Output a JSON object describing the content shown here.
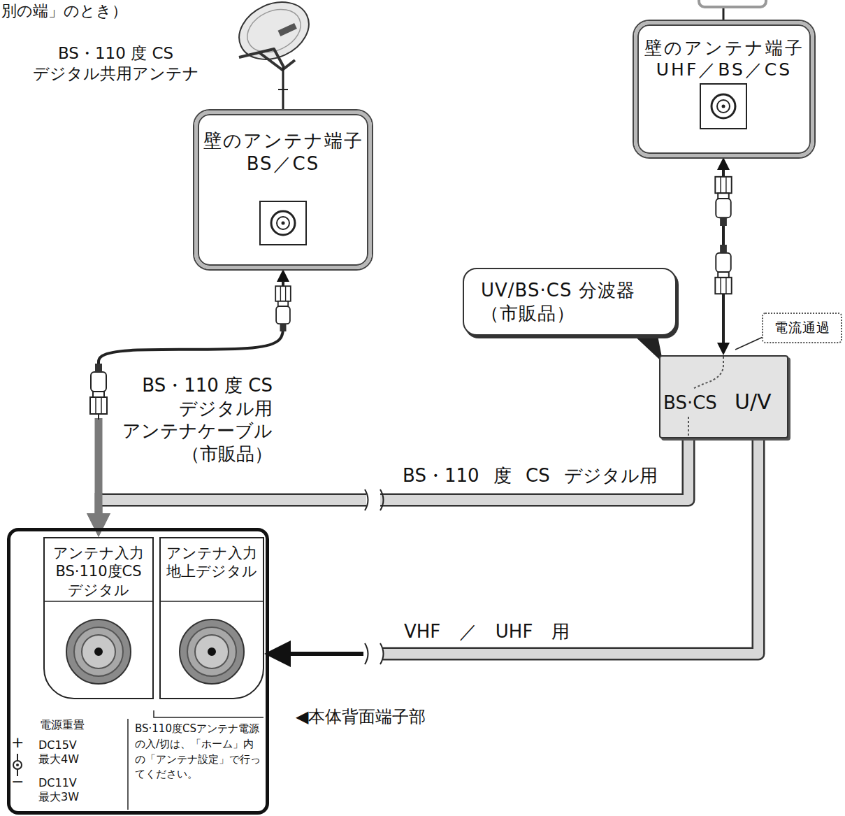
{
  "diagram": {
    "nodes": [
      {
        "text": [
          "壁のアンテナ端子 BS／CS"
        ]
      },
      {
        "text": [
          "壁のアンテナ端子 UHF／BS／CS"
        ]
      },
      {
        "text": [
          "UV/BS·CS 分波器 （市販品）"
        ]
      },
      {
        "text": [
          "電流通過"
        ]
      },
      {
        "text": [
          "BS·CS",
          "U/V"
        ]
      },
      {
        "text": [
          "電源重畳",
          "DC15V 最大4W",
          "DC11V 最大3W",
          "BS·110度CSアンテナ電源の入/切は、「ホーム」内の「アンテナ設定」で行ってください。",
          "◀本体背面端子部"
        ]
      },
      {
        "text": [
          "アンテナ入力 BS·110度CS デジタル"
        ],
        "in": 5
      },
      {
        "text": [
          "アンテナ入力 地上デジタル"
        ],
        "in": 5
      }
    ],
    "edges": [
      {
        "from": 0,
        "to": 6,
        "arrow": "both",
        "label": "BS・110 度 CS デジタル用 アンテナケーブル （市販品）"
      },
      {
        "from": 1,
        "to": 4,
        "arrow": "both"
      },
      {
        "from": 4,
        "to": 6,
        "arrow": "to",
        "label": "BS・110 度 CS デジタル用"
      },
      {
        "from": 4,
        "to": 7,
        "arrow": "to",
        "label": "VHF ／ UHF 用"
      }
    ],
    "labels": [
      "別の端」のとき）",
      "BS・110 度 CS デジタル共用アンテナ",
      "+",
      "−"
    ]
  }
}
